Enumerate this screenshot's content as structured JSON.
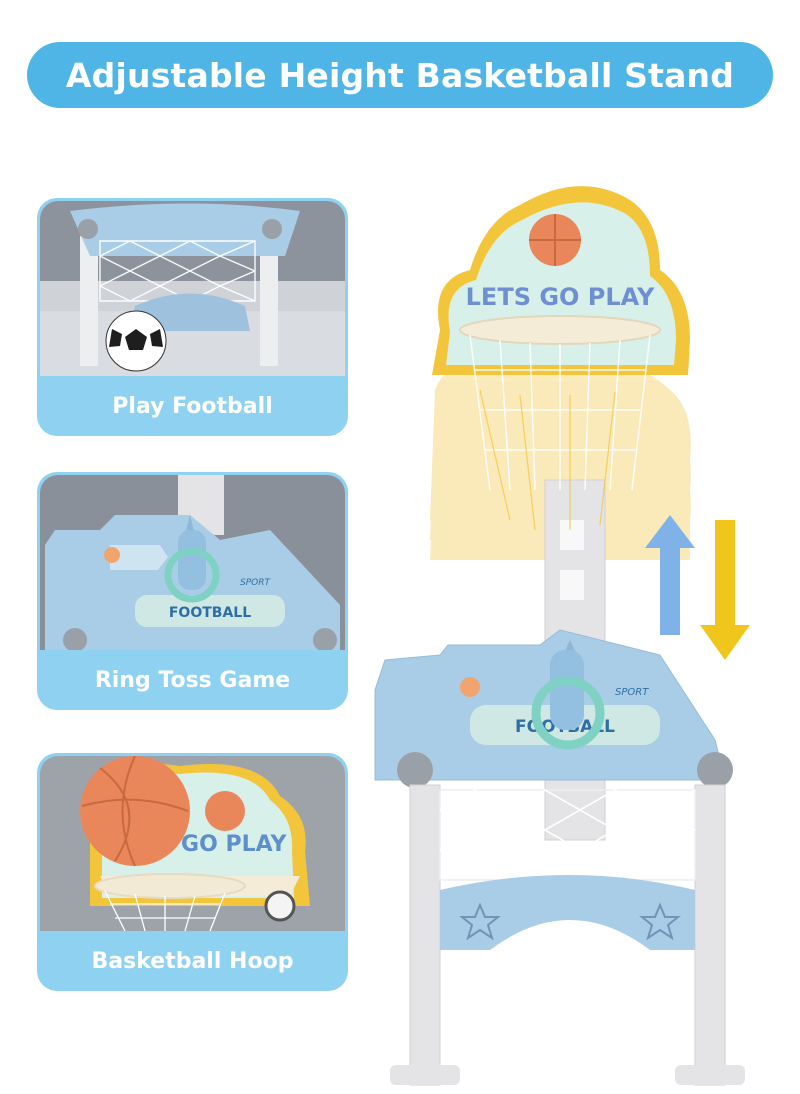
{
  "banner": {
    "title": "Adjustable Height Basketball Stand"
  },
  "cards": [
    {
      "caption": "Play Football"
    },
    {
      "caption": "Ring Toss Game"
    },
    {
      "caption": "Basketball Hoop"
    }
  ],
  "backboard": {
    "slogan": "LETS GO PLAY",
    "tag": "SPORT",
    "plate": "FOOTBALL"
  },
  "colors": {
    "banner": "#4fb5e6",
    "card": "#8fd1f1",
    "frame_blue": "#a9cde6",
    "frame_gray": "#e4e4e6",
    "board_yellow": "#f3c53a",
    "board_teal": "#d8f0ea",
    "ball_orange": "#e9875a",
    "arrow_blue": "#7fb3e8",
    "arrow_yellow": "#f0c61c"
  },
  "icons": [
    "football-icon",
    "basketball-icon",
    "up-arrow-icon",
    "down-arrow-icon",
    "star-icon",
    "ring-icon",
    "net-icon"
  ]
}
